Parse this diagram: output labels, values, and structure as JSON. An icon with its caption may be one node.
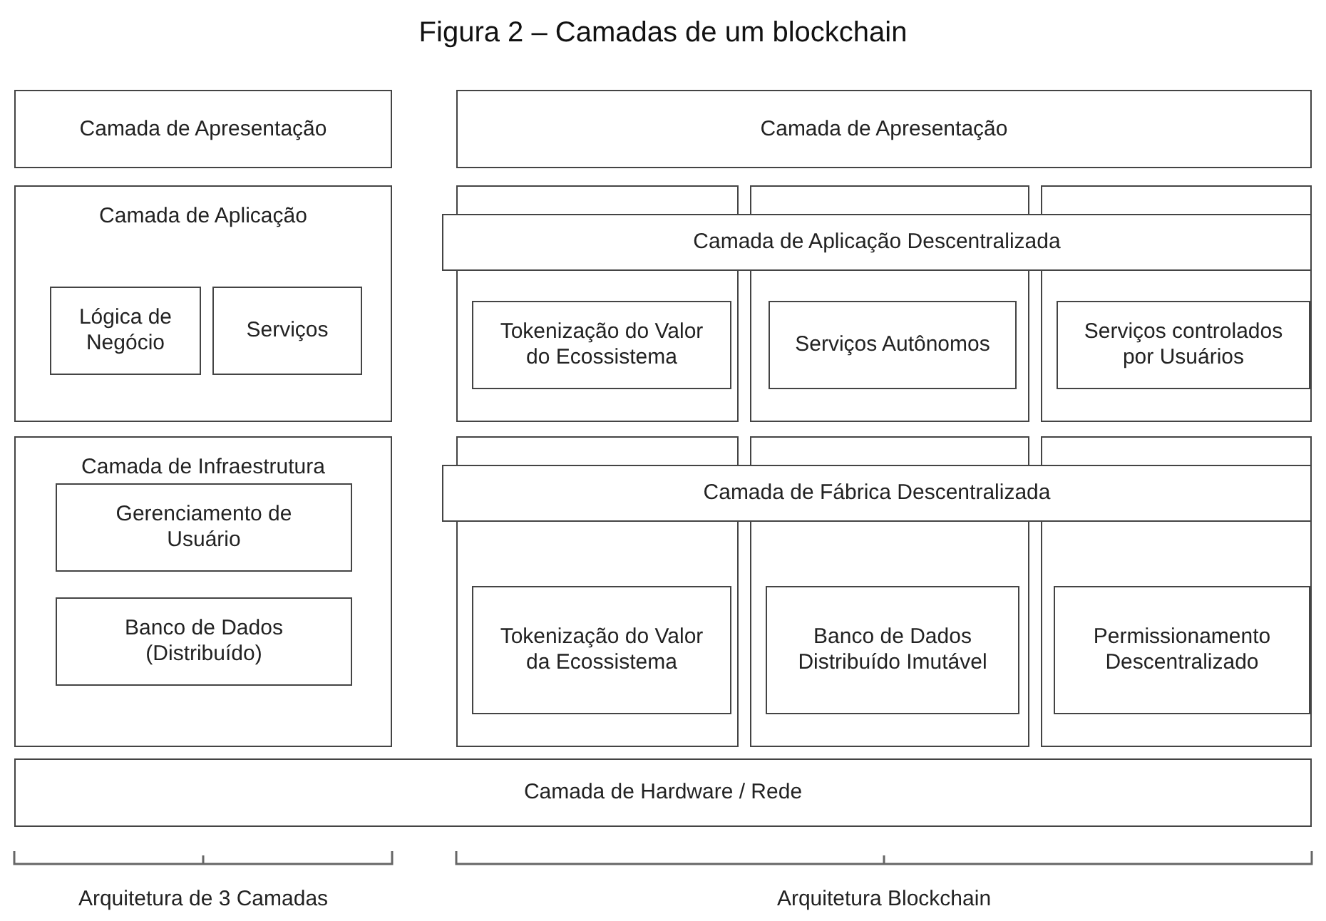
{
  "diagram": {
    "title": "Figura 2 – Camadas de um blockchain",
    "nodes": [
      {
        "text": [
          "Camada de Apresentação"
        ]
      },
      {
        "text": [
          "Camada de Apresentação"
        ]
      },
      {
        "text": [
          "Camada de Aplicação"
        ]
      },
      {
        "text": [
          "Lógica de Negócio"
        ],
        "in": 2
      },
      {
        "text": [
          "Serviços"
        ],
        "in": 2
      },
      {
        "text": [],
        "shape": "box"
      },
      {
        "text": [],
        "shape": "box"
      },
      {
        "text": [],
        "shape": "box"
      },
      {
        "text": [
          "Camada de Aplicação Descentralizada"
        ]
      },
      {
        "text": [
          "Tokenização do Valor do Ecossistema"
        ],
        "in": 5
      },
      {
        "text": [
          "Serviços Autônomos"
        ],
        "in": 6
      },
      {
        "text": [
          "Serviços controlados por Usuários"
        ],
        "in": 7
      },
      {
        "text": [
          "Camada de Infraestrutura"
        ]
      },
      {
        "text": [
          "Gerenciamento de Usuário"
        ],
        "in": 12
      },
      {
        "text": [
          "Banco de Dados (Distribuído)"
        ],
        "in": 12
      },
      {
        "text": [],
        "shape": "box"
      },
      {
        "text": [],
        "shape": "box"
      },
      {
        "text": [],
        "shape": "box"
      },
      {
        "text": [
          "Camada de Fábrica Descentralizada"
        ]
      },
      {
        "text": [
          "Tokenização do Valor da Ecossistema"
        ],
        "in": 15
      },
      {
        "text": [
          "Banco de Dados Distribuído Imutável"
        ],
        "in": 16
      },
      {
        "text": [
          "Permissionamento Descentralizado"
        ],
        "in": 17
      },
      {
        "text": [
          "Camada de Hardware / Rede"
        ]
      }
    ],
    "edges": [],
    "labels": [
      "Arquitetura de 3 Camadas",
      "Arquitetura Blockchain"
    ]
  }
}
